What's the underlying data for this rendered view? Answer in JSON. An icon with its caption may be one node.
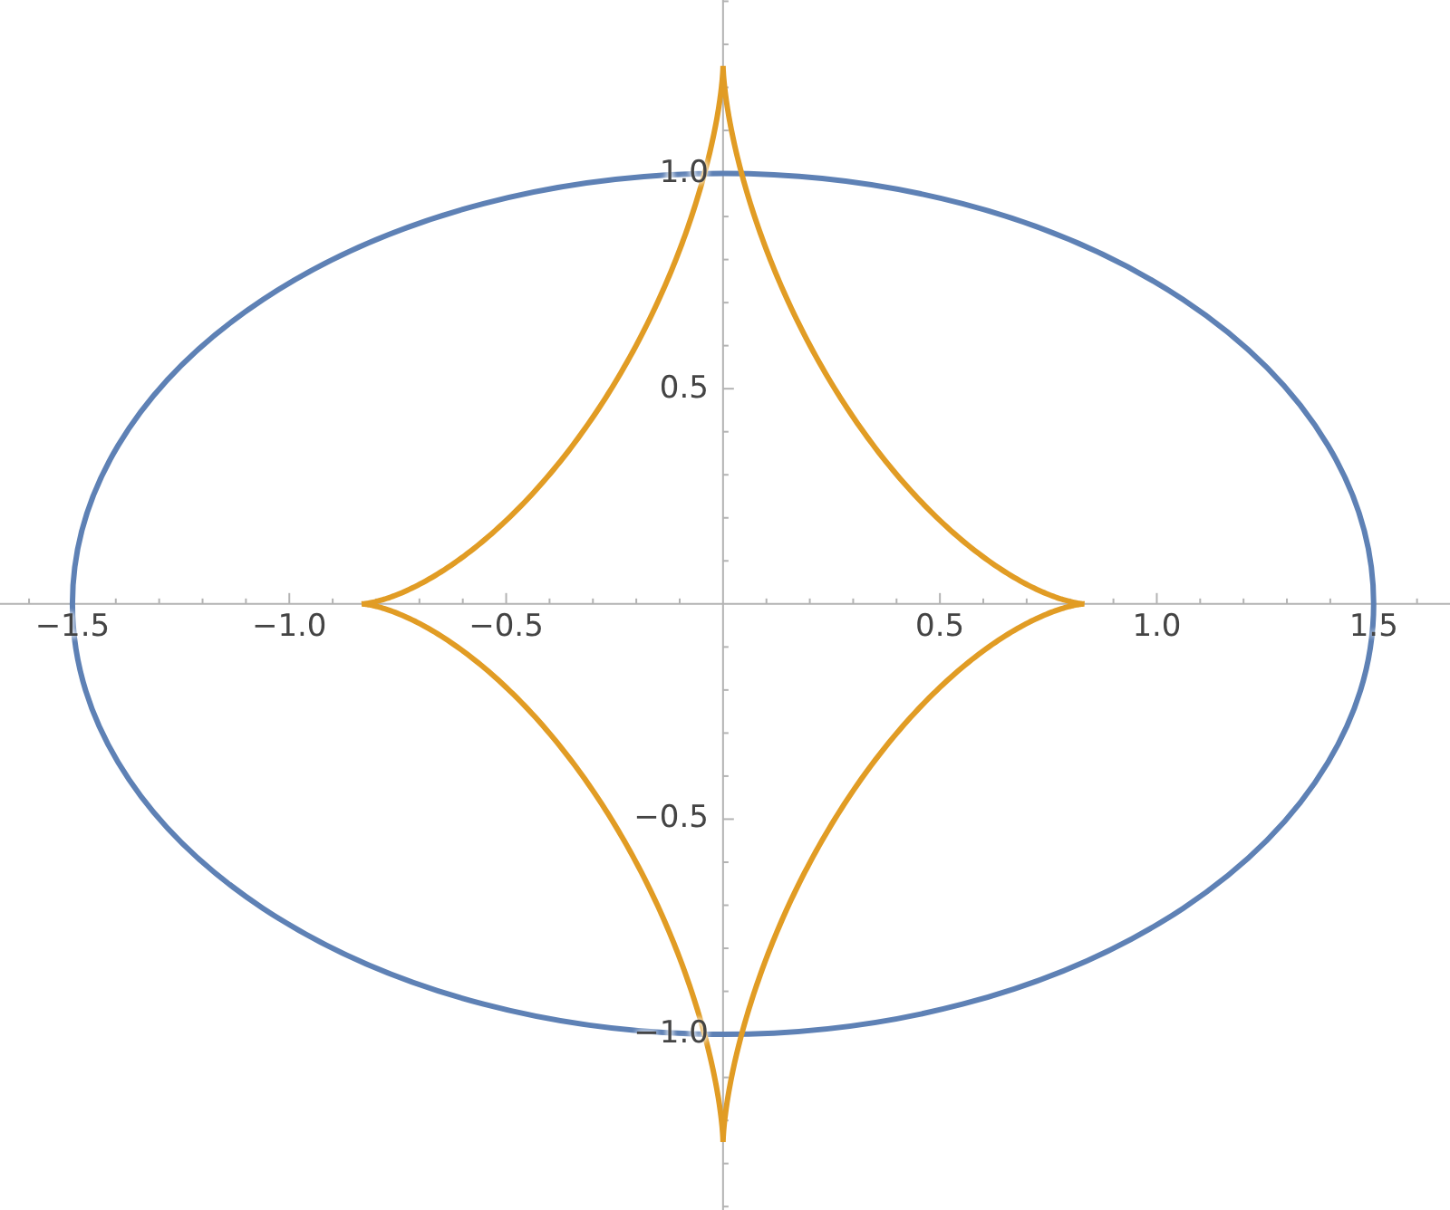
{
  "diagram": {
    "labels": [
      "1.0",
      "0.5",
      "−1.5",
      "−1.0",
      "−0.5",
      "0.5",
      "1.0",
      "1.5",
      "−0.5",
      "−1.0"
    ]
  }
}
